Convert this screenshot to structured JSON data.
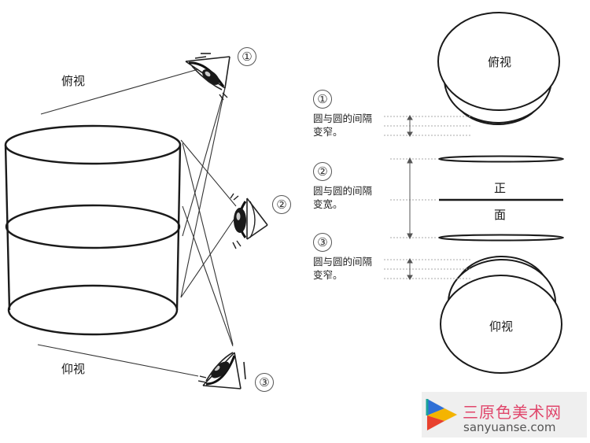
{
  "left": {
    "top_view_label": "俯视",
    "bottom_view_label": "仰视",
    "markers": [
      "①",
      "②",
      "③"
    ]
  },
  "right": {
    "top_disc_label": "俯视",
    "bottom_disc_label": "仰视",
    "front_char_1": "正",
    "front_char_2": "面",
    "notes": [
      {
        "num": "①",
        "line1": "圆与圆的间隔",
        "line2": "变窄。"
      },
      {
        "num": "②",
        "line1": "圆与圆的间隔",
        "line2": "变宽。"
      },
      {
        "num": "③",
        "line1": "圆与圆的间隔",
        "line2": "变窄。"
      }
    ]
  },
  "watermark": {
    "title": "三原色美术网",
    "url": "sanyuanse.com"
  }
}
